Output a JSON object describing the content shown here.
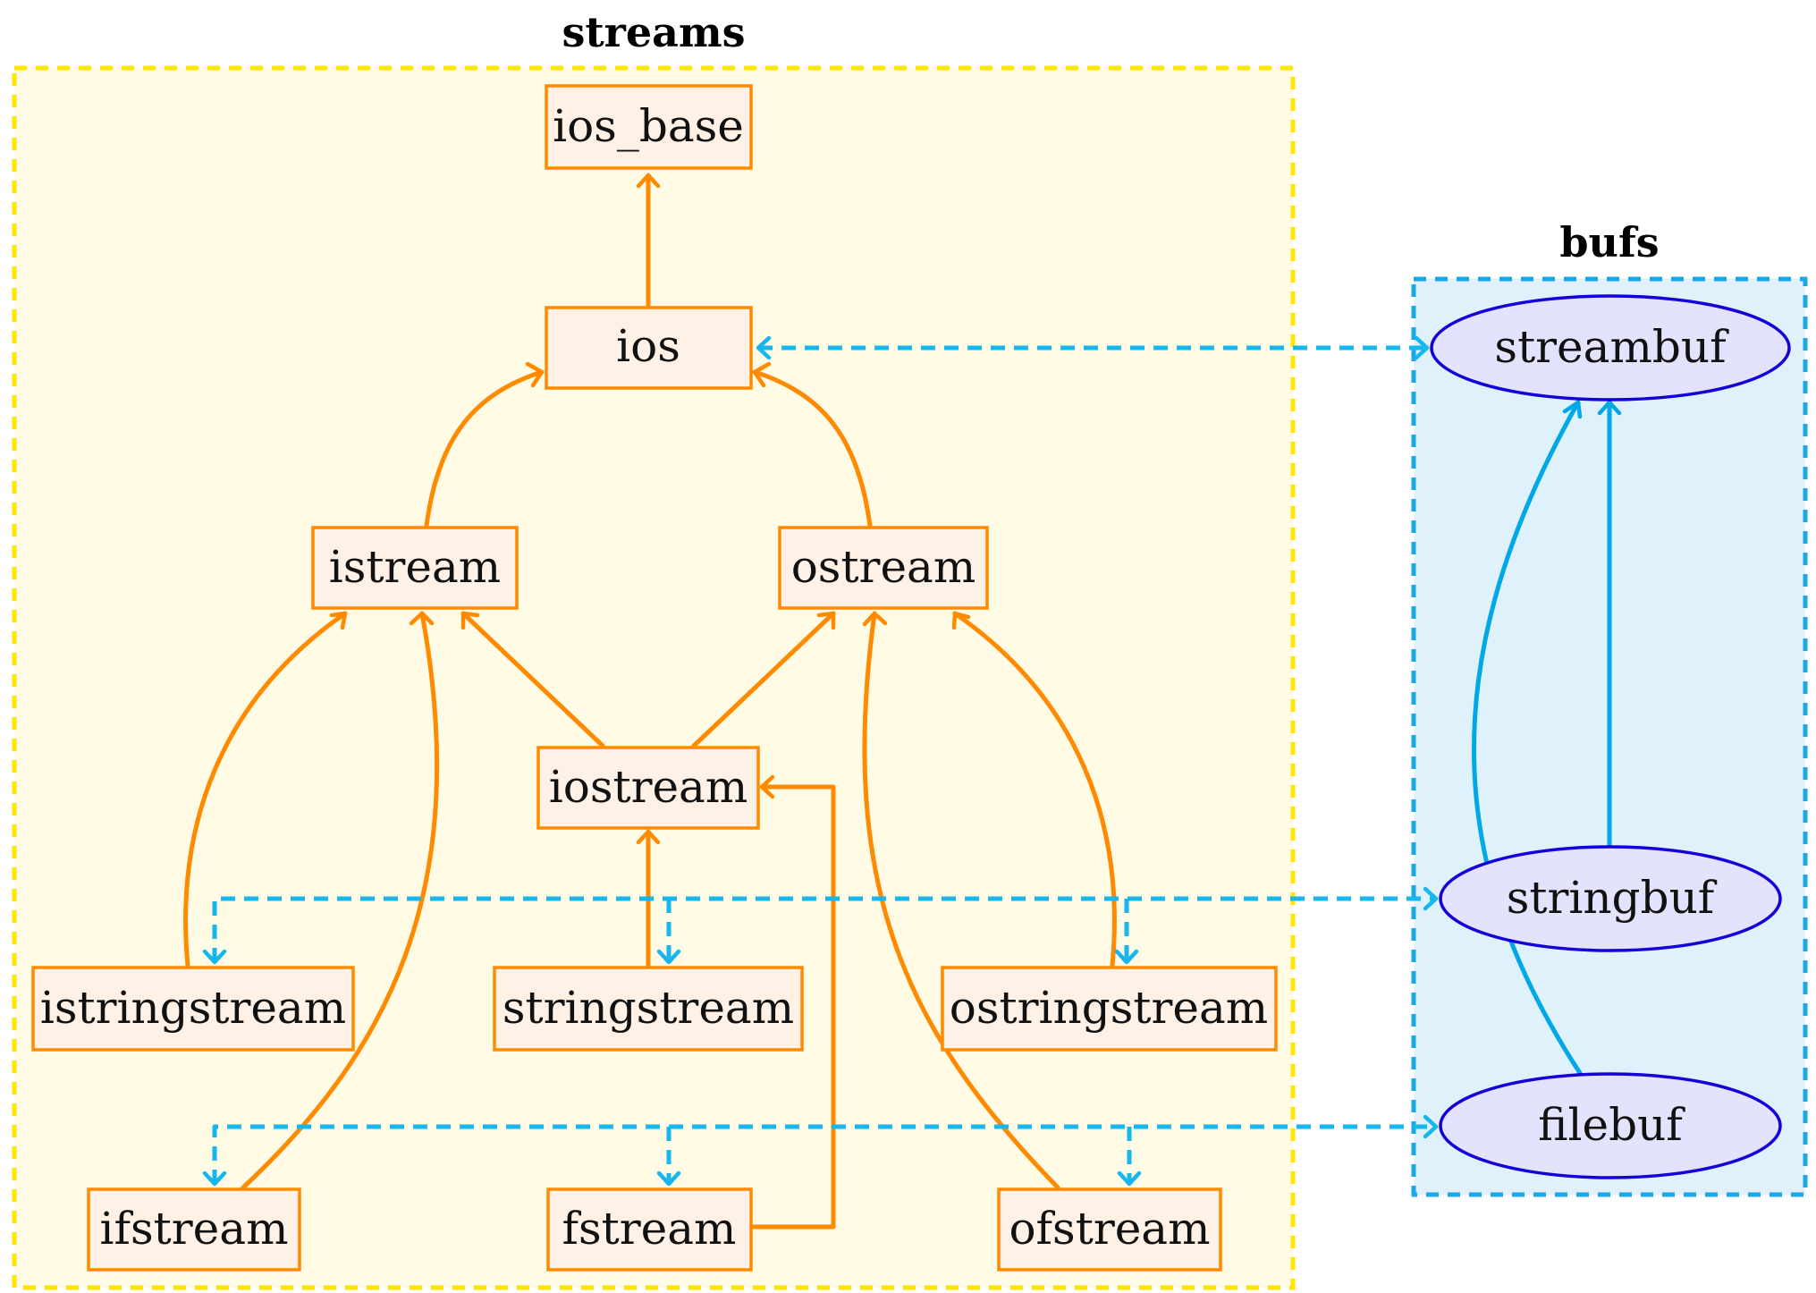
{
  "groups": {
    "streams": {
      "title": "streams",
      "fill": "#fffbe5",
      "border": "#ffe600"
    },
    "bufs": {
      "title": "bufs",
      "fill": "#dff1fb",
      "border": "#1aa9e6"
    }
  },
  "classes": {
    "ios_base": "ios_base",
    "ios": "ios",
    "istream": "istream",
    "ostream": "ostream",
    "iostream": "iostream",
    "istringstream": "istringstream",
    "stringstream": "stringstream",
    "ostringstream": "ostringstream",
    "ifstream": "ifstream",
    "fstream": "fstream",
    "ofstream": "ofstream"
  },
  "buffers": {
    "streambuf": "streambuf",
    "stringbuf": "stringbuf",
    "filebuf": "filebuf"
  },
  "colors": {
    "inheritance": "#ff8a00",
    "buffer_inheritance": "#00a8e8",
    "association": "#16b6ee",
    "class_fill": "#fff1e5",
    "buffer_fill": "#e4e3fd",
    "buffer_border": "#1400d8"
  }
}
